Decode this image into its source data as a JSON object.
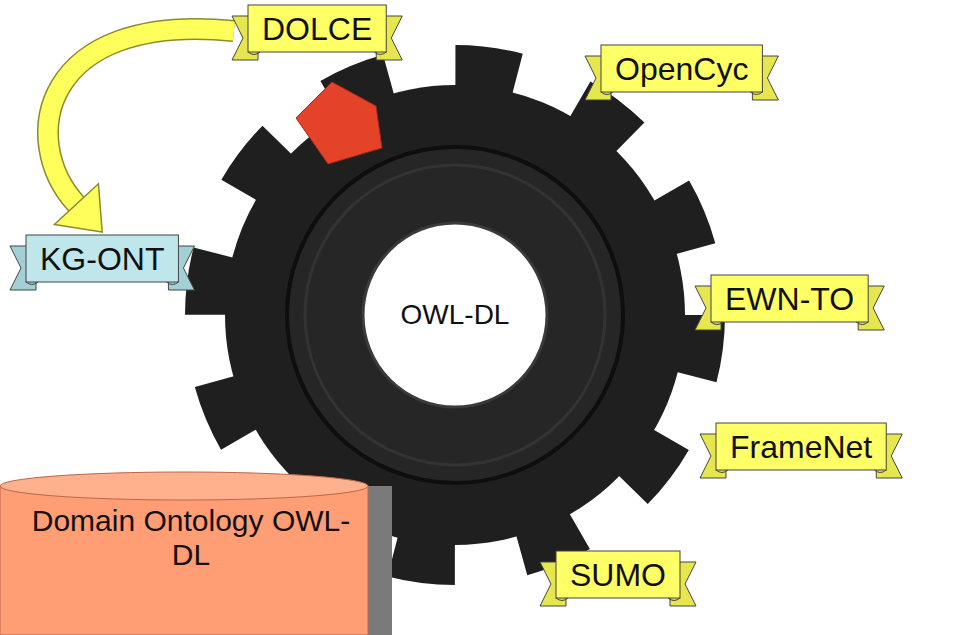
{
  "diagram": {
    "nodes": [
      {
        "text": [
          "DOLCE"
        ]
      },
      {
        "text": [
          "OpenCyc"
        ]
      },
      {
        "text": [
          "KG-ONT"
        ]
      },
      {
        "text": [
          "OWL-DL"
        ]
      },
      {
        "text": [
          "EWN-TO"
        ]
      },
      {
        "text": [
          "FrameNet"
        ]
      },
      {
        "text": [
          "Domain Ontology OWL-DL"
        ]
      },
      {
        "text": [
          "SUMO"
        ]
      }
    ],
    "edges": [
      {
        "from": 0,
        "to": 2,
        "arrow": "to"
      }
    ]
  }
}
